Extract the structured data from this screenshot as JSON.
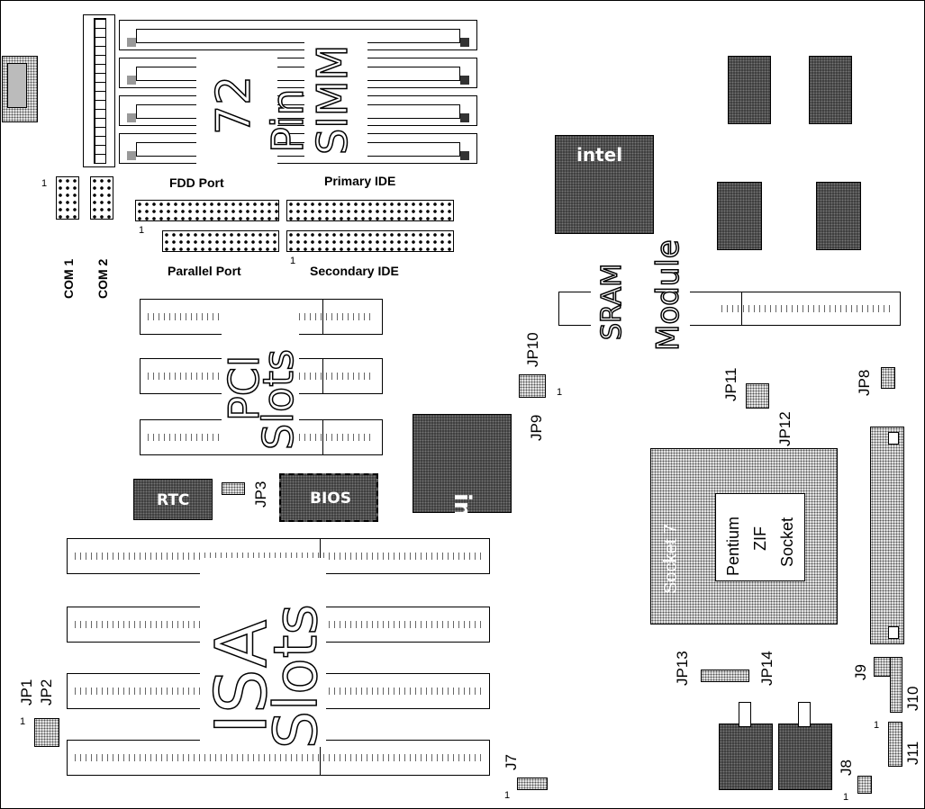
{
  "labels": {
    "simm_number": "72",
    "simm_pin": "Pin",
    "simm_type": "SIMM",
    "fdd_port": "FDD   Port",
    "primary_ide": "Primary   IDE",
    "parallel_port": "Parallel    Port",
    "secondary_ide": "Secondary    IDE",
    "com1": "COM   1",
    "com2": "COM   2",
    "pci": "PCI",
    "pci_slots": "Slots",
    "isa": "ISA",
    "isa_slots": "Slots",
    "rtc": "RTC",
    "bios": "BIOS",
    "sram": "SRAM",
    "module": "Module",
    "intel_top": "intel",
    "intel_center": "intel",
    "socket": "Socket 7",
    "pentium": "Pentium",
    "zif": "ZIF",
    "zif_socket": "Socket",
    "pin_one": "1"
  },
  "jumpers": {
    "jp1": "JP1",
    "jp2": "JP2",
    "jp3": "JP3",
    "jp8": "JP8",
    "jp9": "JP9",
    "jp10": "JP10",
    "jp11": "JP11",
    "jp12": "JP12",
    "jp13": "JP13",
    "jp14": "JP14",
    "j7": "J7",
    "j8": "J8",
    "j9": "J9",
    "j10": "J10",
    "j11": "J11"
  }
}
